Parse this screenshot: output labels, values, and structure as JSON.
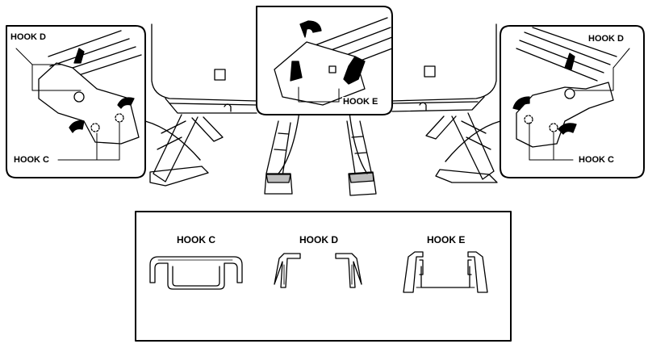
{
  "labels": {
    "left_hook_d": "HOOK D",
    "left_hook_c": "HOOK C",
    "center_hook_e": "HOOK E",
    "right_hook_d": "HOOK D",
    "right_hook_c": "HOOK C",
    "legend_hook_c": "HOOK C",
    "legend_hook_d": "HOOK D",
    "legend_hook_e": "HOOK E"
  },
  "colors": {
    "ink": "#000000",
    "paper": "#ffffff",
    "shade": "#bdbdbd"
  }
}
